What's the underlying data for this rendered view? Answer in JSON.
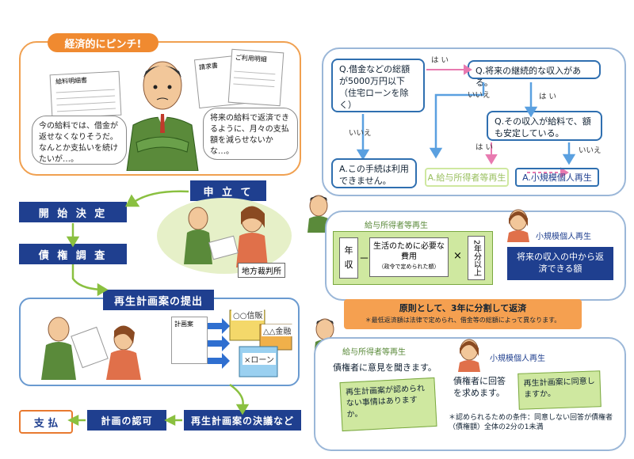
{
  "top_panel": {
    "title": "経済的にピンチ!",
    "doc_left_label": "給料明細書",
    "doc_right_label1": "請求書",
    "doc_right_label2": "ご利用明細",
    "bubble_left": "今の給料では、借金が返せなくなりそうだ。なんとか支払いを続けたいが…。",
    "bubble_right": "将来の給料で返済できるように、月々の支払額を減らせないかな…。"
  },
  "flow": {
    "q1": "Q.借金などの総額が5000万円以下（住宅ローンを除く）",
    "q2": "Q.将来の継続的な収入がある。",
    "q3": "Q.その収入が給料で、額も安定している。",
    "yes": "は い",
    "no": "いいえ",
    "a_none": "A.この手続は利用できません。",
    "a_salary": "A.給与所得者等再生",
    "a_small": "A.小規模個人再生"
  },
  "steps": {
    "apply": "申 立 て",
    "start": "開 始 決 定",
    "investigate": "債 権 調 査",
    "plan_submit": "再生計画案の提出",
    "resolution": "再生計画案の決議など",
    "approval": "計画の認可",
    "payment": "支 払",
    "court_label": "地方裁判所",
    "doc_plan": "計画案",
    "bank1": "○○信販",
    "bank2": "△△金融",
    "bank3": "×ローン"
  },
  "formula_panel": {
    "salary_title": "給与所得者等再生",
    "small_title": "小規模個人再生",
    "annual": "年",
    "income": "収",
    "minus": "－",
    "living_cost": "生活のために必要な費用",
    "living_note": "（政令で定められた額）",
    "times": "×",
    "two_years": "2年分以上",
    "small_desc": "将来の収入の中から返済できる額",
    "principle": "原則として、3年に分割して返済",
    "principle_note": "＊最低返済額は法律で定められ、借金等の総額によって異なります。"
  },
  "resolution_panel": {
    "salary_title": "給与所得者等再生",
    "salary_text": "債権者に意見を聞きます。",
    "salary_note": "再生計画案が認められない事情はありますか。",
    "small_title": "小規模個人再生",
    "small_text": "債権者に回答を求めます。",
    "small_note": "再生計画案に同意しますか。",
    "condition": "＊認められるための条件：同意しない回答が債権者（債権額）全体の2分の1未満"
  },
  "colors": {
    "navy": "#1f3f8f",
    "orange": "#f0a050",
    "blue_border": "#6a9ad0",
    "green": "#cfe8a0",
    "pink": "#e87ab0"
  }
}
